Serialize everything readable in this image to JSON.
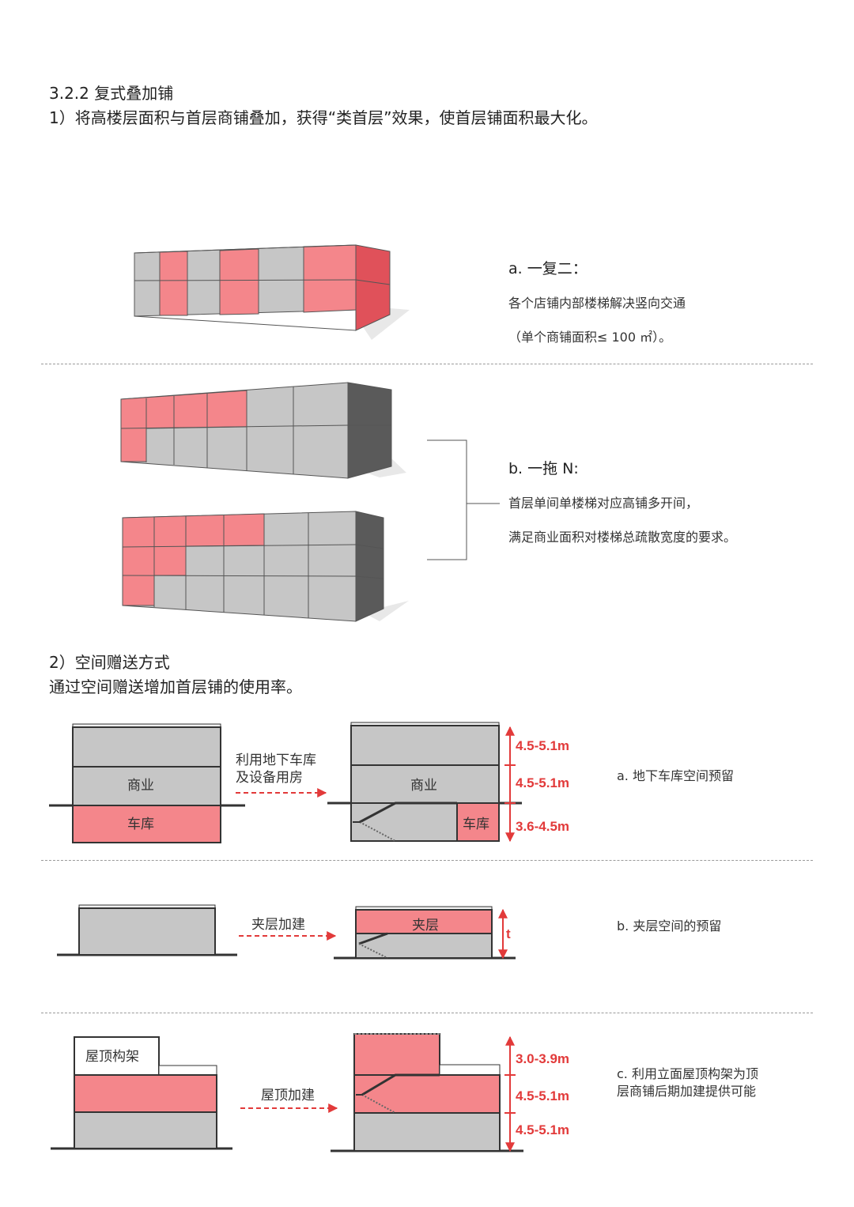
{
  "heading": "3.2.2 复式叠加铺",
  "intro": "1）将高楼层面积与首层商铺叠加，获得“类首层”效果，使首层铺面积最大化。",
  "part_a": {
    "title": "a. 一复二：",
    "line1": "各个店铺内部楼梯解决竖向交通",
    "line2": "（单个商铺面积≤ 100 ㎡）。"
  },
  "part_b": {
    "title": "b. 一拖 N:",
    "line1": "首层单间单楼梯对应高铺多开间，",
    "line2": "满足商业面积对楼梯总疏散宽度的要求。"
  },
  "section2": {
    "title": "2）空间赠送方式",
    "desc": "通过空间赠送增加首层铺的使用率。"
  },
  "row_a": {
    "left_upper": "商业",
    "left_lower": "车库",
    "arrow_label1": "利用地下车库",
    "arrow_label2": "及设备用房",
    "right_upper": "商业",
    "right_garage": "车库",
    "dims": [
      "4.5-5.1m",
      "4.5-5.1m",
      "3.6-4.5m"
    ],
    "caption": "a. 地下车库空间预留"
  },
  "row_b": {
    "arrow_label": "夹层加建",
    "mezz": "夹层",
    "dim": "t",
    "caption": "b. 夹层空间的预留"
  },
  "row_c": {
    "roof_frame": "屋顶构架",
    "arrow_label": "屋顶加建",
    "dims": [
      "3.0-3.9m",
      "4.5-5.1m",
      "4.5-5.1m"
    ],
    "caption1": "c. 利用立面屋顶构架为顶",
    "caption2": "层商铺后期加建提供可能"
  },
  "colors": {
    "red_fill": "#f4868b",
    "gray_fill": "#c6c6c6",
    "dark_side": "#5a5a5a",
    "accent": "#e23a3a"
  }
}
